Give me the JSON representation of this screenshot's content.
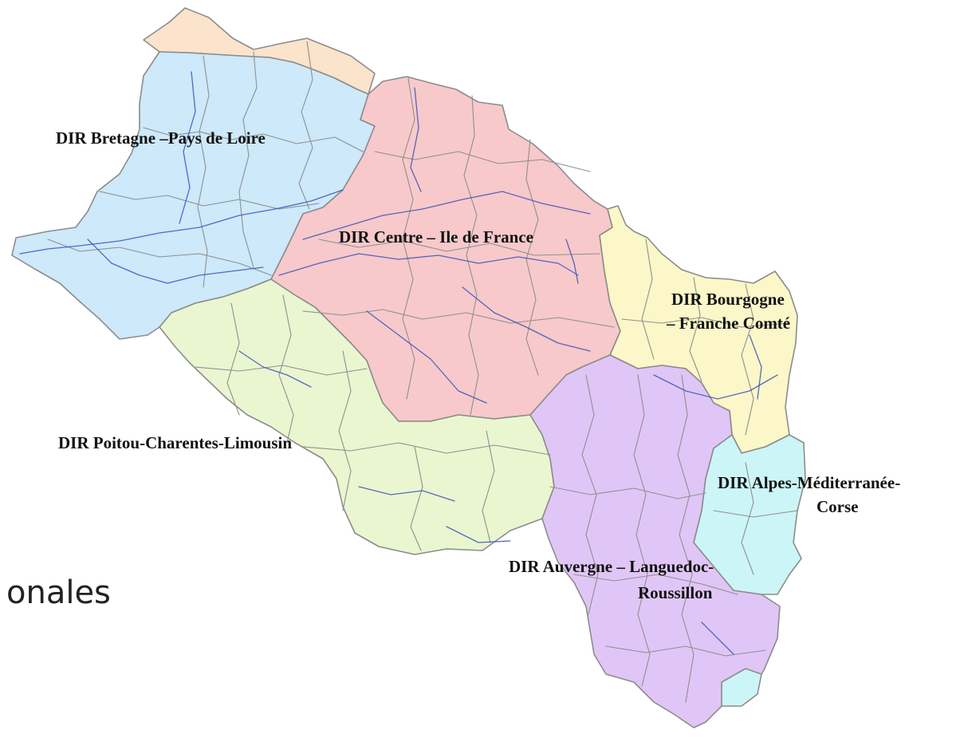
{
  "regions": [
    {
      "id": "bretagne",
      "label_lines": [
        "DIR Bretagne –Pays de Loire"
      ],
      "fill": "#cde9fa"
    },
    {
      "id": "nord",
      "label_lines": [],
      "fill": "#fbe3cc"
    },
    {
      "id": "centre",
      "label_lines": [
        "DIR Centre – Ile de France"
      ],
      "fill": "#f7c9cb"
    },
    {
      "id": "bourgogne",
      "label_lines": [
        "DIR Bourgogne",
        "– Franche Comté"
      ],
      "fill": "#fbf7c8"
    },
    {
      "id": "poitou",
      "label_lines": [
        "DIR Poitou-Charentes-Limousin"
      ],
      "fill": "#eaf6d0"
    },
    {
      "id": "auvergne",
      "label_lines": [
        "DIR Auvergne – Languedoc-",
        "Roussillon"
      ],
      "fill": "#e0c6f7"
    },
    {
      "id": "alpes",
      "label_lines": [
        "DIR Alpes-Méditerranée-",
        "Corse"
      ],
      "fill": "#ccf5f7"
    }
  ],
  "slide_text_fragment": "onales",
  "colors": {
    "border": "#8c8c8c",
    "river": "#3a52b8"
  }
}
